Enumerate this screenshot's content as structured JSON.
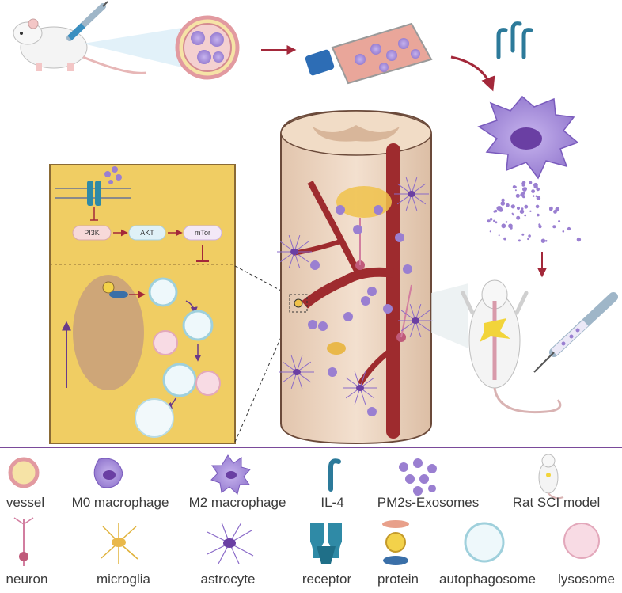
{
  "pathway": {
    "pi3k": "PI3K",
    "akt": "AKT",
    "mtor": "mTor"
  },
  "legend": {
    "items": [
      {
        "key": "vessel",
        "label": "vessel"
      },
      {
        "key": "m0",
        "label": "M0 macrophage"
      },
      {
        "key": "m2",
        "label": "M2 macrophage"
      },
      {
        "key": "il4",
        "label": "IL-4"
      },
      {
        "key": "exo",
        "label": "PM2s-Exosomes"
      },
      {
        "key": "rat",
        "label": "Rat SCI model"
      },
      {
        "key": "neuron",
        "label": "neuron"
      },
      {
        "key": "microglia",
        "label": "microglia"
      },
      {
        "key": "astrocyte",
        "label": "astrocyte"
      },
      {
        "key": "receptor",
        "label": "receptor"
      },
      {
        "key": "protein",
        "label": "protein"
      },
      {
        "key": "autophagosome",
        "label": "autophagosome"
      },
      {
        "key": "lysosome",
        "label": "lysosome"
      }
    ]
  },
  "colors": {
    "arrow": "#a3283a",
    "purple": "#9a7fd1",
    "panel": "#f0cd63",
    "vessel": "#9e2b2e",
    "spinal_cord": "#ecd4c0",
    "legend_line": "#7a4a9a"
  }
}
